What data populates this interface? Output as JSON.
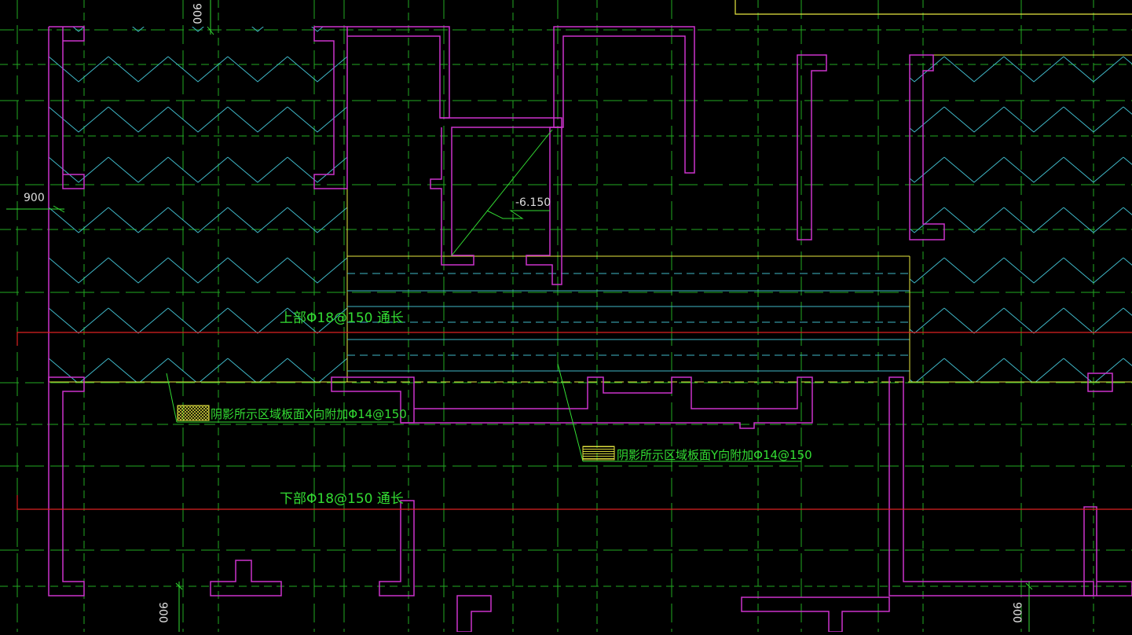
{
  "labels": {
    "top_rebar": "上部Φ18@150 通长",
    "bottom_rebar": "下部Φ18@150 通长",
    "note_x": "阴影所示区域板面X向附加Φ14@150",
    "note_y": "阴影所示区域板面Y向附加Φ14@150",
    "elevation": "-6.150"
  },
  "dimensions": {
    "top": "900",
    "left": "900",
    "bottom_left": "900",
    "bottom_right": "900"
  },
  "colors": {
    "background": "#000000",
    "wall": "#cc33cc",
    "grid": "#22aa22",
    "hatch_x": "#3fb8c8",
    "rebar_line": "#dd2222",
    "outline": "#e8e840",
    "text": "#33dd33",
    "dimension_text": "#dddddd"
  }
}
